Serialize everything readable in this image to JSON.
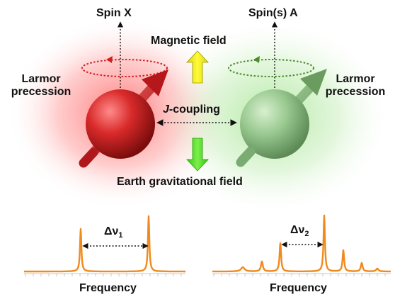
{
  "labels": {
    "spin_x": "Spin X",
    "spin_a": "Spin(s) A",
    "magnetic_field": "Magnetic field",
    "larmor_left_line1": "Larmor",
    "larmor_left_line2": "precession",
    "larmor_right_line1": "Larmor",
    "larmor_right_line2": "precession",
    "j_coupling_italic": "J",
    "j_coupling_rest": "-coupling",
    "gravity": "Earth gravitational field",
    "delta_nu_1_symbol": "Δν",
    "delta_nu_1_sub": "1",
    "delta_nu_2_symbol": "Δν",
    "delta_nu_2_sub": "2",
    "freq_left": "Frequency",
    "freq_right": "Frequency"
  },
  "colors": {
    "spin_x_red": "#c8262b",
    "spin_a_green": "#8fbf87",
    "magnetic_arrow_yellow": "#f5f000",
    "gravity_arrow_green": "#5ae02a",
    "spectrum_orange": "#f08a1c"
  }
}
